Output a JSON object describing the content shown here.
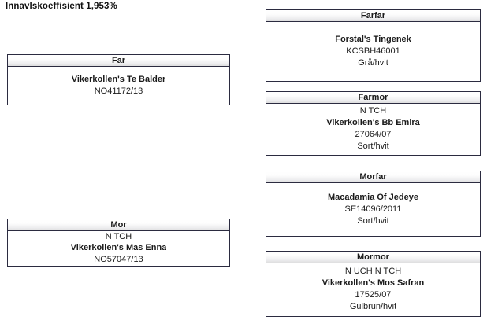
{
  "header": {
    "coi_label": "Innavlskoeffisient 1,953%"
  },
  "colors": {
    "border": "#2b2b40",
    "header_gradient_top": "#ffffff",
    "header_gradient_bottom": "#dededf",
    "text": "#1a1a1a",
    "background": "#ffffff"
  },
  "pedigree": {
    "far": {
      "role": "Far",
      "titles": "",
      "name": "Vikerkollen's Te Balder",
      "registration": "NO41172/13",
      "color": ""
    },
    "mor": {
      "role": "Mor",
      "titles": "N TCH",
      "name": "Vikerkollen's Mas Enna",
      "registration": "NO57047/13",
      "color": ""
    },
    "farfar": {
      "role": "Farfar",
      "titles": "",
      "name": "Forstal's Tingenek",
      "registration": "KCSBH46001",
      "color": "Grå/hvit"
    },
    "farmor": {
      "role": "Farmor",
      "titles": "N TCH",
      "name": "Vikerkollen's Bb Emira",
      "registration": "27064/07",
      "color": "Sort/hvit"
    },
    "morfar": {
      "role": "Morfar",
      "titles": "",
      "name": "Macadamia Of Jedeye",
      "registration": "SE14096/2011",
      "color": "Sort/hvit"
    },
    "mormor": {
      "role": "Mormor",
      "titles": "N UCH N TCH",
      "name": "Vikerkollen's Mos Safran",
      "registration": "17525/07",
      "color": "Gulbrun/hvit"
    }
  }
}
